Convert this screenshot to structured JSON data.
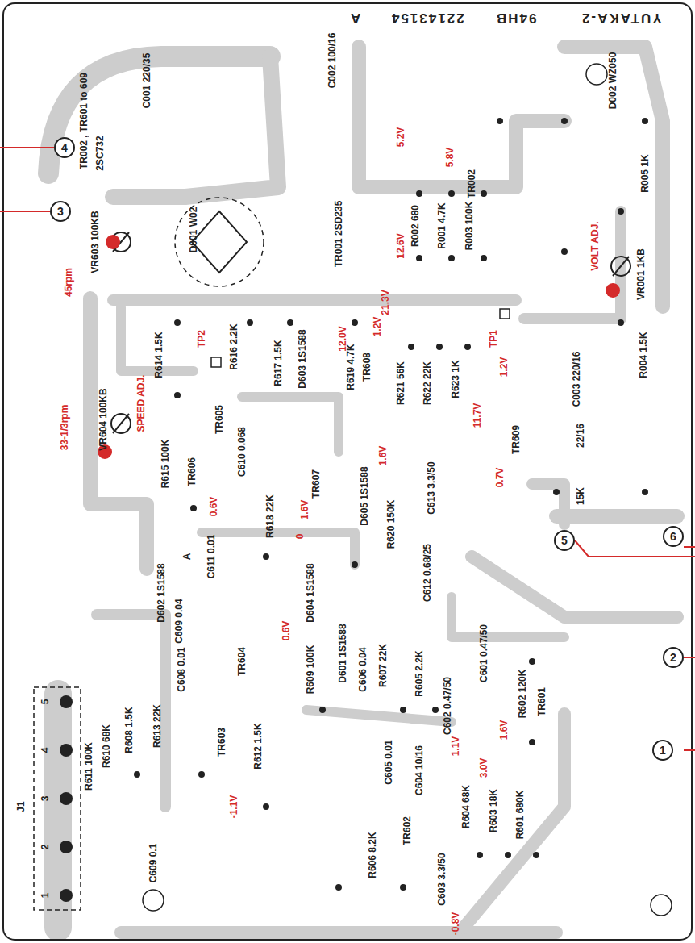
{
  "diagram": {
    "nodes": [
      {
        "text": [
          "4"
        ]
      },
      {
        "text": [
          "3"
        ]
      },
      {
        "text": [
          "5"
        ]
      },
      {
        "text": [
          "6"
        ]
      },
      {
        "text": [
          "2"
        ]
      },
      {
        "text": [
          "1"
        ]
      }
    ],
    "labels": [
      "YUTAKA-2",
      "94HB",
      "22143154",
      "A",
      "TR002 , TR601 to 609",
      "2SC732",
      "C001 220/35",
      "C002 100/16",
      "D002 WZ050",
      "5.2V",
      "5.8V",
      "TR002",
      "R005 1K",
      "D001 W02",
      "12.6V",
      "TR001 2SD235",
      "21.3V",
      "12.0V",
      "R002 680",
      "R001 4.7K",
      "R003 100K",
      "VOLT ADJ.",
      "VR001 1KB",
      "TP1",
      "R004 1.5K",
      "C003 220/16",
      "VR603 100KB",
      "45rpm",
      "R614 1.5K",
      "TP2",
      "R616 2.2K",
      "R617 1.5K",
      "D603 1S1588",
      "R619 4.7K",
      "1.2V",
      "TR608",
      "R621 56K",
      "R622 22K",
      "R623 1K",
      "1.2V",
      "11.7V",
      "TR609",
      "0.7V",
      "22/16",
      "15K",
      "VR604 100KB",
      "SPEED ADJ.",
      "33-1/3rpm",
      "TR605",
      "R615 100K",
      "TR606",
      "C610 0.068",
      "0.6V",
      "1.6V",
      "D605 1S1588",
      "R620 150K",
      "C613 3.3/50",
      "TR607",
      "1.6V",
      "0",
      "C612 0.68/25",
      "R618 22K",
      "C611 0.01",
      "A",
      "D602 1S1588",
      "C609 0.04",
      "D604 1S1588",
      "0.6V",
      "TR604",
      "R609 100K",
      "D601 1S1588",
      "C606 0.04",
      "R607 22K",
      "R605 2.2K",
      "C602 0.47/50",
      "C601 0.47/50",
      "R602 120K",
      "C608 0.01",
      "R613 22K",
      "R608 1.5K",
      "R610 68K",
      "R611 100K",
      "TR603",
      "R612 1.5K",
      "-1.1V",
      "J1",
      "1",
      "2",
      "3",
      "4",
      "5",
      "C609 0.1",
      "R606 8.2K",
      "TR602",
      "C605 0.01",
      "C604 10/16",
      "C603 3.3/50",
      "-0.8V",
      "R604 68K",
      "R603 18K",
      "R601 680K",
      "1.1V",
      "3.0V",
      "1.6V",
      "TR601"
    ]
  }
}
